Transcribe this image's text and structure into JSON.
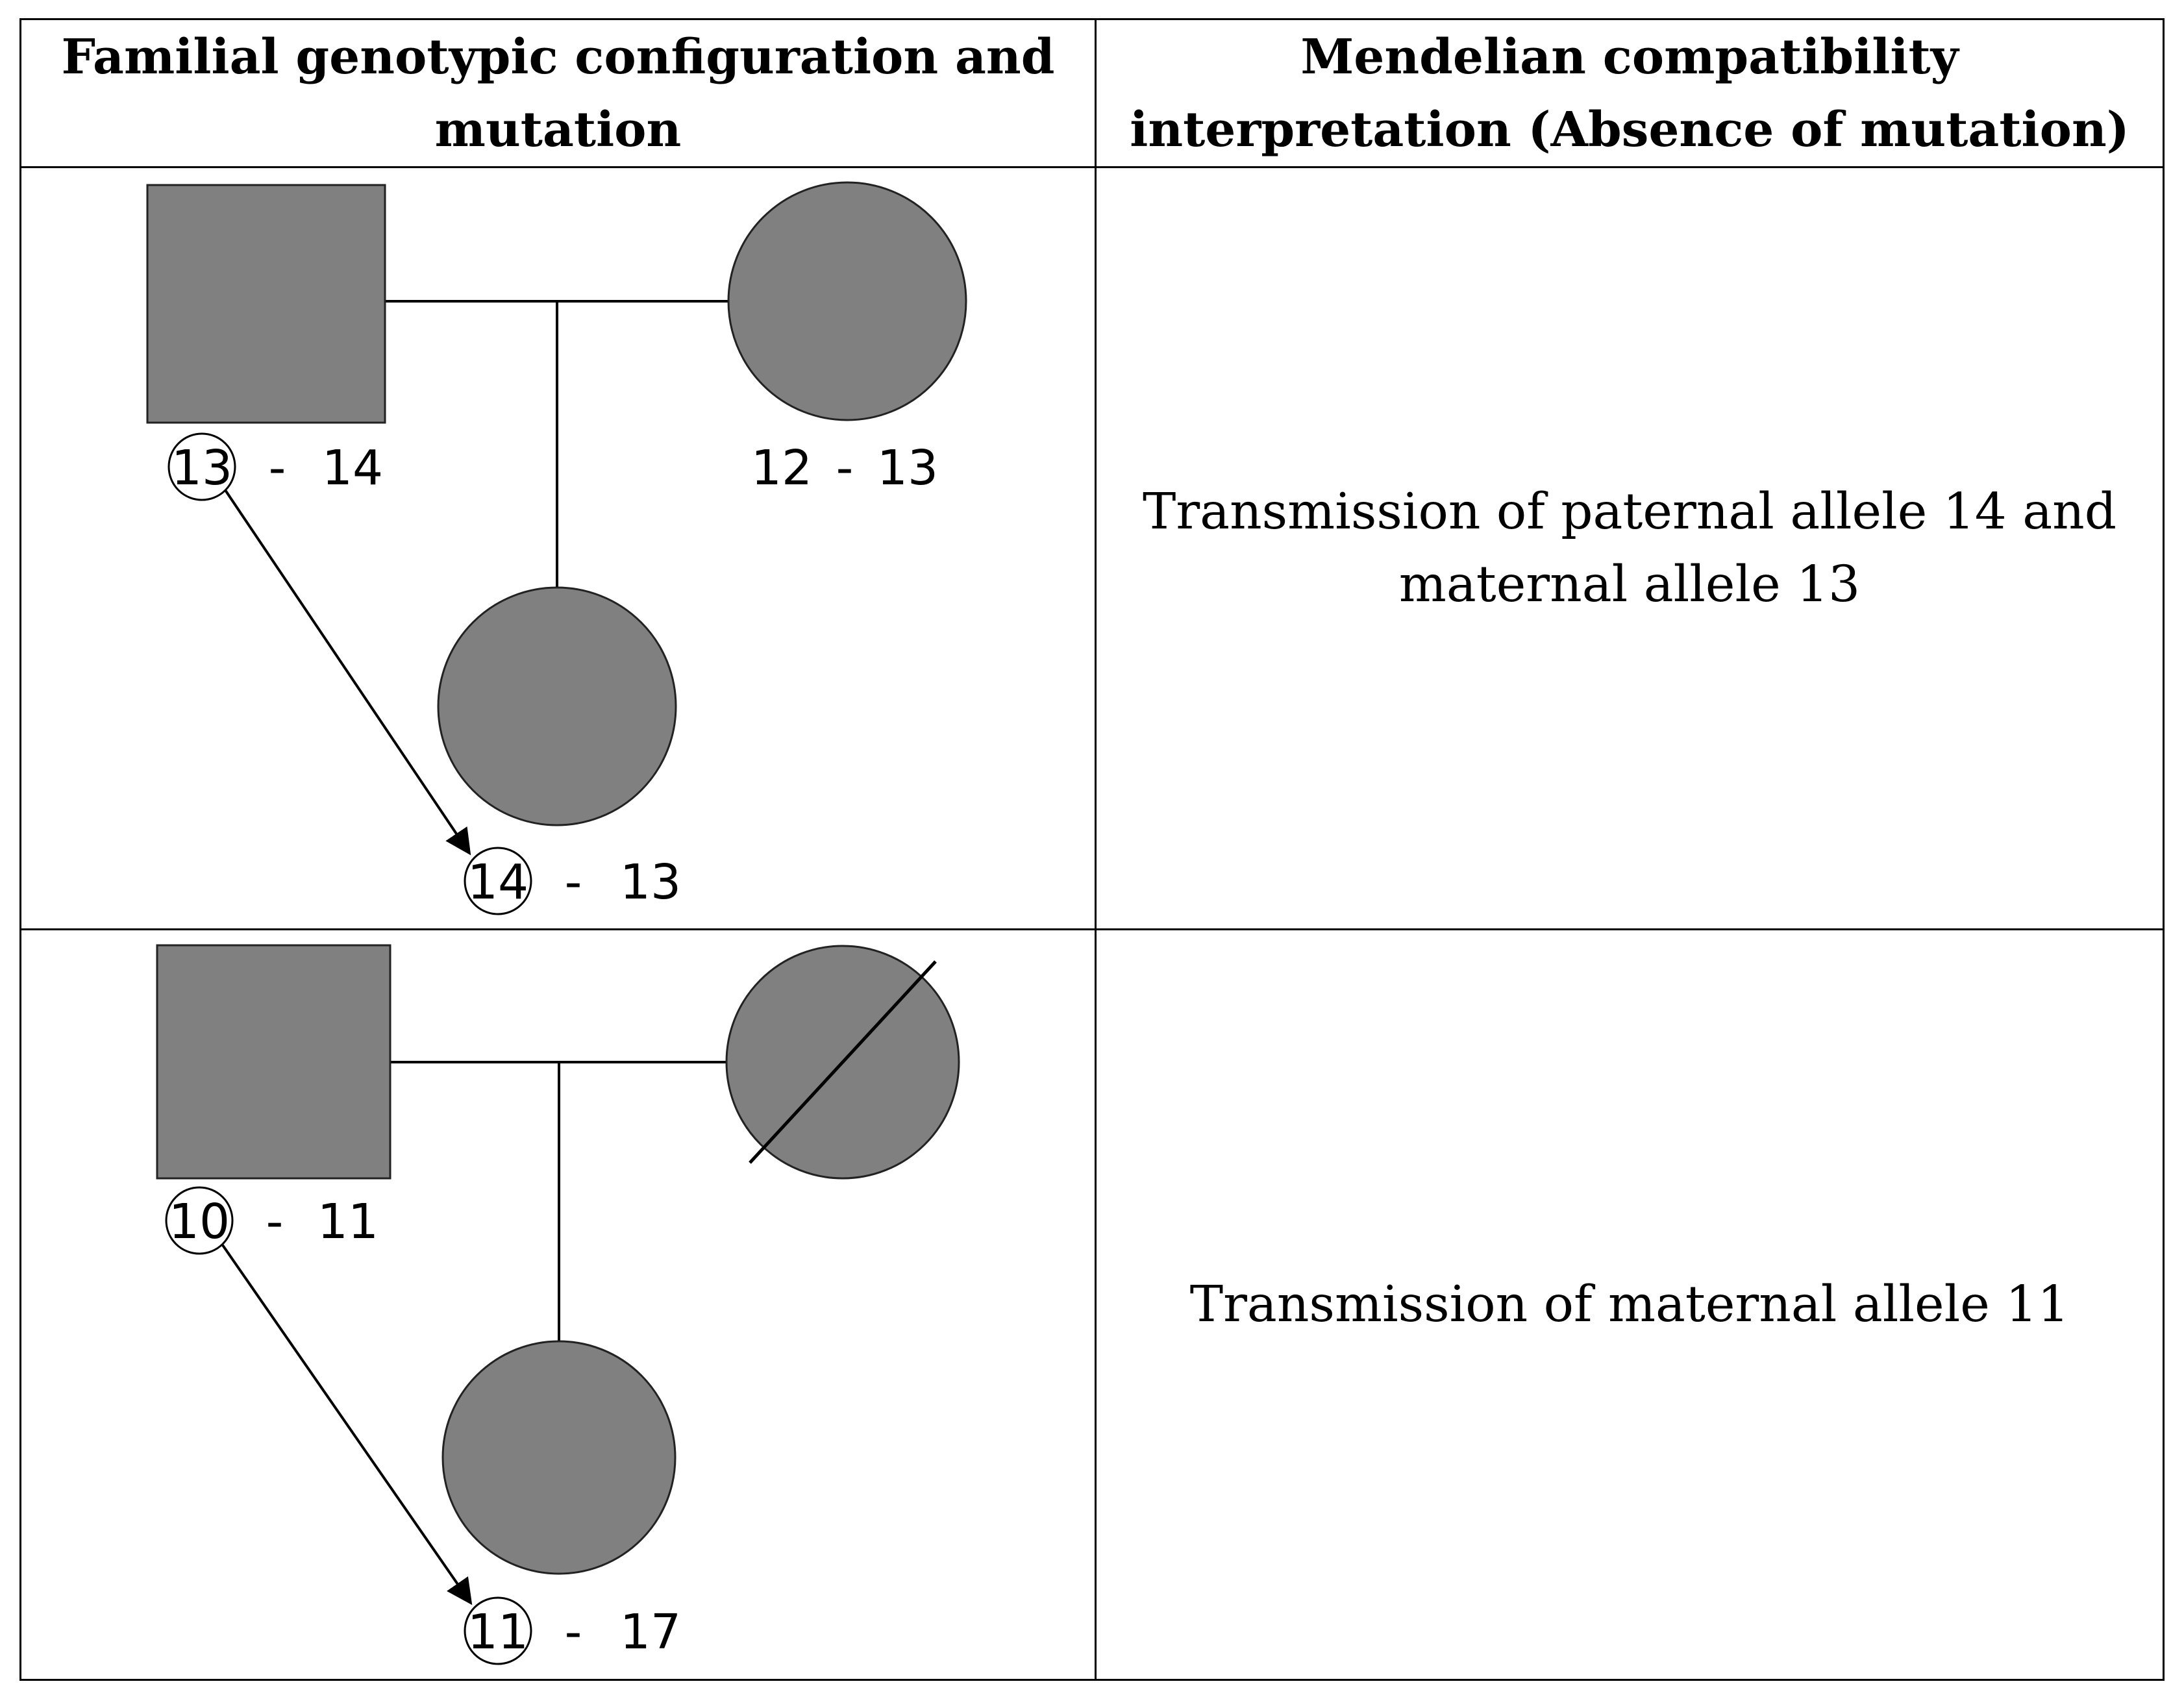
{
  "header": {
    "col1": "Familial genotypic configuration and mutation",
    "col2": "Mendelian compatibility interpretation (Absence of mutation)"
  },
  "rows": [
    {
      "father": {
        "allele_a": "13",
        "allele_b": "14"
      },
      "mother": {
        "allele_a": "12",
        "allele_b": "13",
        "deceased": false
      },
      "child": {
        "allele_a": "14",
        "allele_b": "13"
      },
      "dash": "-",
      "interpretation": "Transmission of paternal allele 14 and maternal allele 13"
    },
    {
      "father": {
        "allele_a": "10",
        "allele_b": "11"
      },
      "mother": {
        "deceased": true
      },
      "child": {
        "allele_a": "11",
        "allele_b": "17"
      },
      "dash": "-",
      "interpretation": "Transmission of maternal allele 11"
    }
  ],
  "colors": {
    "symbol_fill": "#808080",
    "line": "#000000",
    "background": "#ffffff"
  }
}
